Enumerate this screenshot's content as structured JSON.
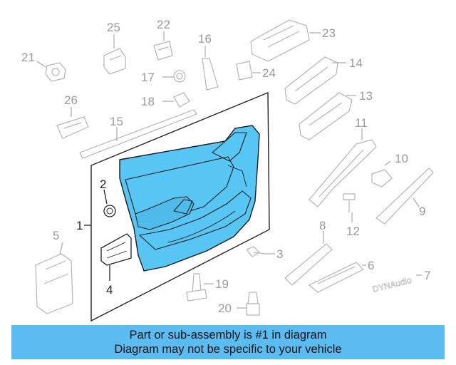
{
  "banner": {
    "line1": "Part or sub-assembly is #1 in diagram",
    "line2": "Diagram may not be specific to your vehicle"
  },
  "callouts": {
    "c1": "1",
    "c2": "2",
    "c3": "3",
    "c4": "4",
    "c5": "5",
    "c6": "6",
    "c7": "7",
    "c8": "8",
    "c9": "9",
    "c10": "10",
    "c11": "11",
    "c12": "12",
    "c13": "13",
    "c14": "14",
    "c15": "15",
    "c16": "16",
    "c17": "17",
    "c18": "18",
    "c19": "19",
    "c20": "20",
    "c21": "21",
    "c22": "22",
    "c23": "23",
    "c24": "24",
    "c25": "25",
    "c26": "26"
  },
  "badge_text": "DYNAudio",
  "colors": {
    "highlight": "#58c6f4",
    "banner": "#5bbcf1",
    "ghost_stroke": "#b4b4b4"
  }
}
